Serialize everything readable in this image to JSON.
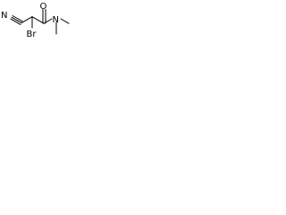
{
  "molecule": {
    "atoms": {
      "nitrile_n": "N",
      "carbonyl_o": "O",
      "bromine": "Br",
      "amide_n": "N"
    }
  }
}
